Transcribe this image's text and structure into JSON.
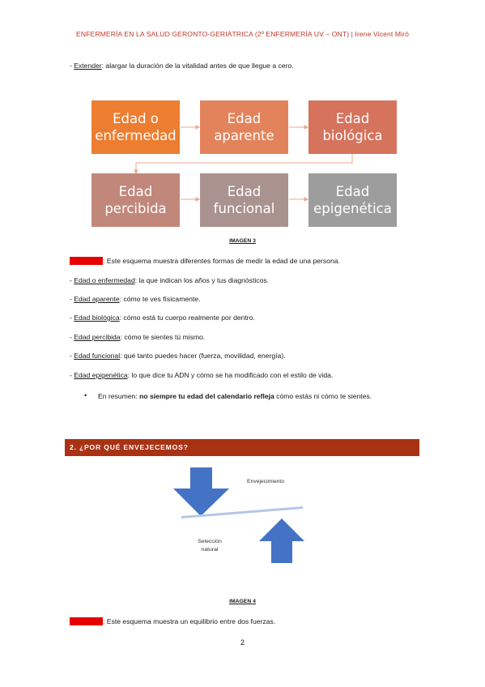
{
  "header": {
    "text": "ENFERMERÍA EN LA SALUD GERONTO-GERIÁTRICA (2º ENFERMERÍA UV – ONT) | Irene Vicent Miró"
  },
  "intro": {
    "prefix": "- ",
    "term": "Extender",
    "rest": ": alargar la duración de la vitalidad antes de que llegue a cero."
  },
  "flow": {
    "boxes": [
      {
        "label": "Edad o\nenfermedad",
        "color": "#ed7d31"
      },
      {
        "label": "Edad\naparente",
        "color": "#e3835b"
      },
      {
        "label": "Edad\nbiológica",
        "color": "#d5735d"
      },
      {
        "label": "Edad\npercibida",
        "color": "#c1877b"
      },
      {
        "label": "Edad\nfuncional",
        "color": "#aa928f"
      },
      {
        "label": "Edad\nepigenética",
        "color": "#9d9d9d"
      }
    ],
    "connector_color": "#e8a88a"
  },
  "figure3": {
    "caption": "IMAGEN 3",
    "tag": "IMAGEN 3",
    "description": ": Este esquema muestra diferentes formas de medir la edad de una persona."
  },
  "definitions": [
    {
      "term": "Edad o enfermedad",
      "text": ": la que indican los años y tus diagnósticos."
    },
    {
      "term": "Edad aparente",
      "text": ": cómo te ves físicamente."
    },
    {
      "term": "Edad biológica",
      "text": ": cómo está tu cuerpo realmente por dentro."
    },
    {
      "term": "Edad percibida",
      "text": ": cómo te sientes tú mismo."
    },
    {
      "term": "Edad funcional",
      "text": ": qué tanto puedes hacer (fuerza, movilidad, energía)."
    },
    {
      "term": "Edad epigenética",
      "text": ": lo que dice tu ADN y cómo se ha modificado con el estilo de vida."
    }
  ],
  "summary": {
    "bullet": "•",
    "lead": "En resumen: ",
    "bold": "no siempre tu edad del calendario refleja",
    "rest": " cómo estás ni cómo te sientes."
  },
  "section": {
    "title": "2. ¿POR QUÉ ENVEJECEMOS?",
    "color": "#a93214"
  },
  "balance": {
    "label_top": "Envejecimiento",
    "label_bottom": "Selección\nnatural",
    "arrow_color": "#4472c4",
    "bar_color": "#b4c6e7"
  },
  "figure4": {
    "caption": "IMAGEN 4",
    "tag": "IMAGEN 4",
    "description": ": Este esquema muestra un equilibrio entre dos fuerzas."
  },
  "footer": {
    "page_number": "2"
  }
}
